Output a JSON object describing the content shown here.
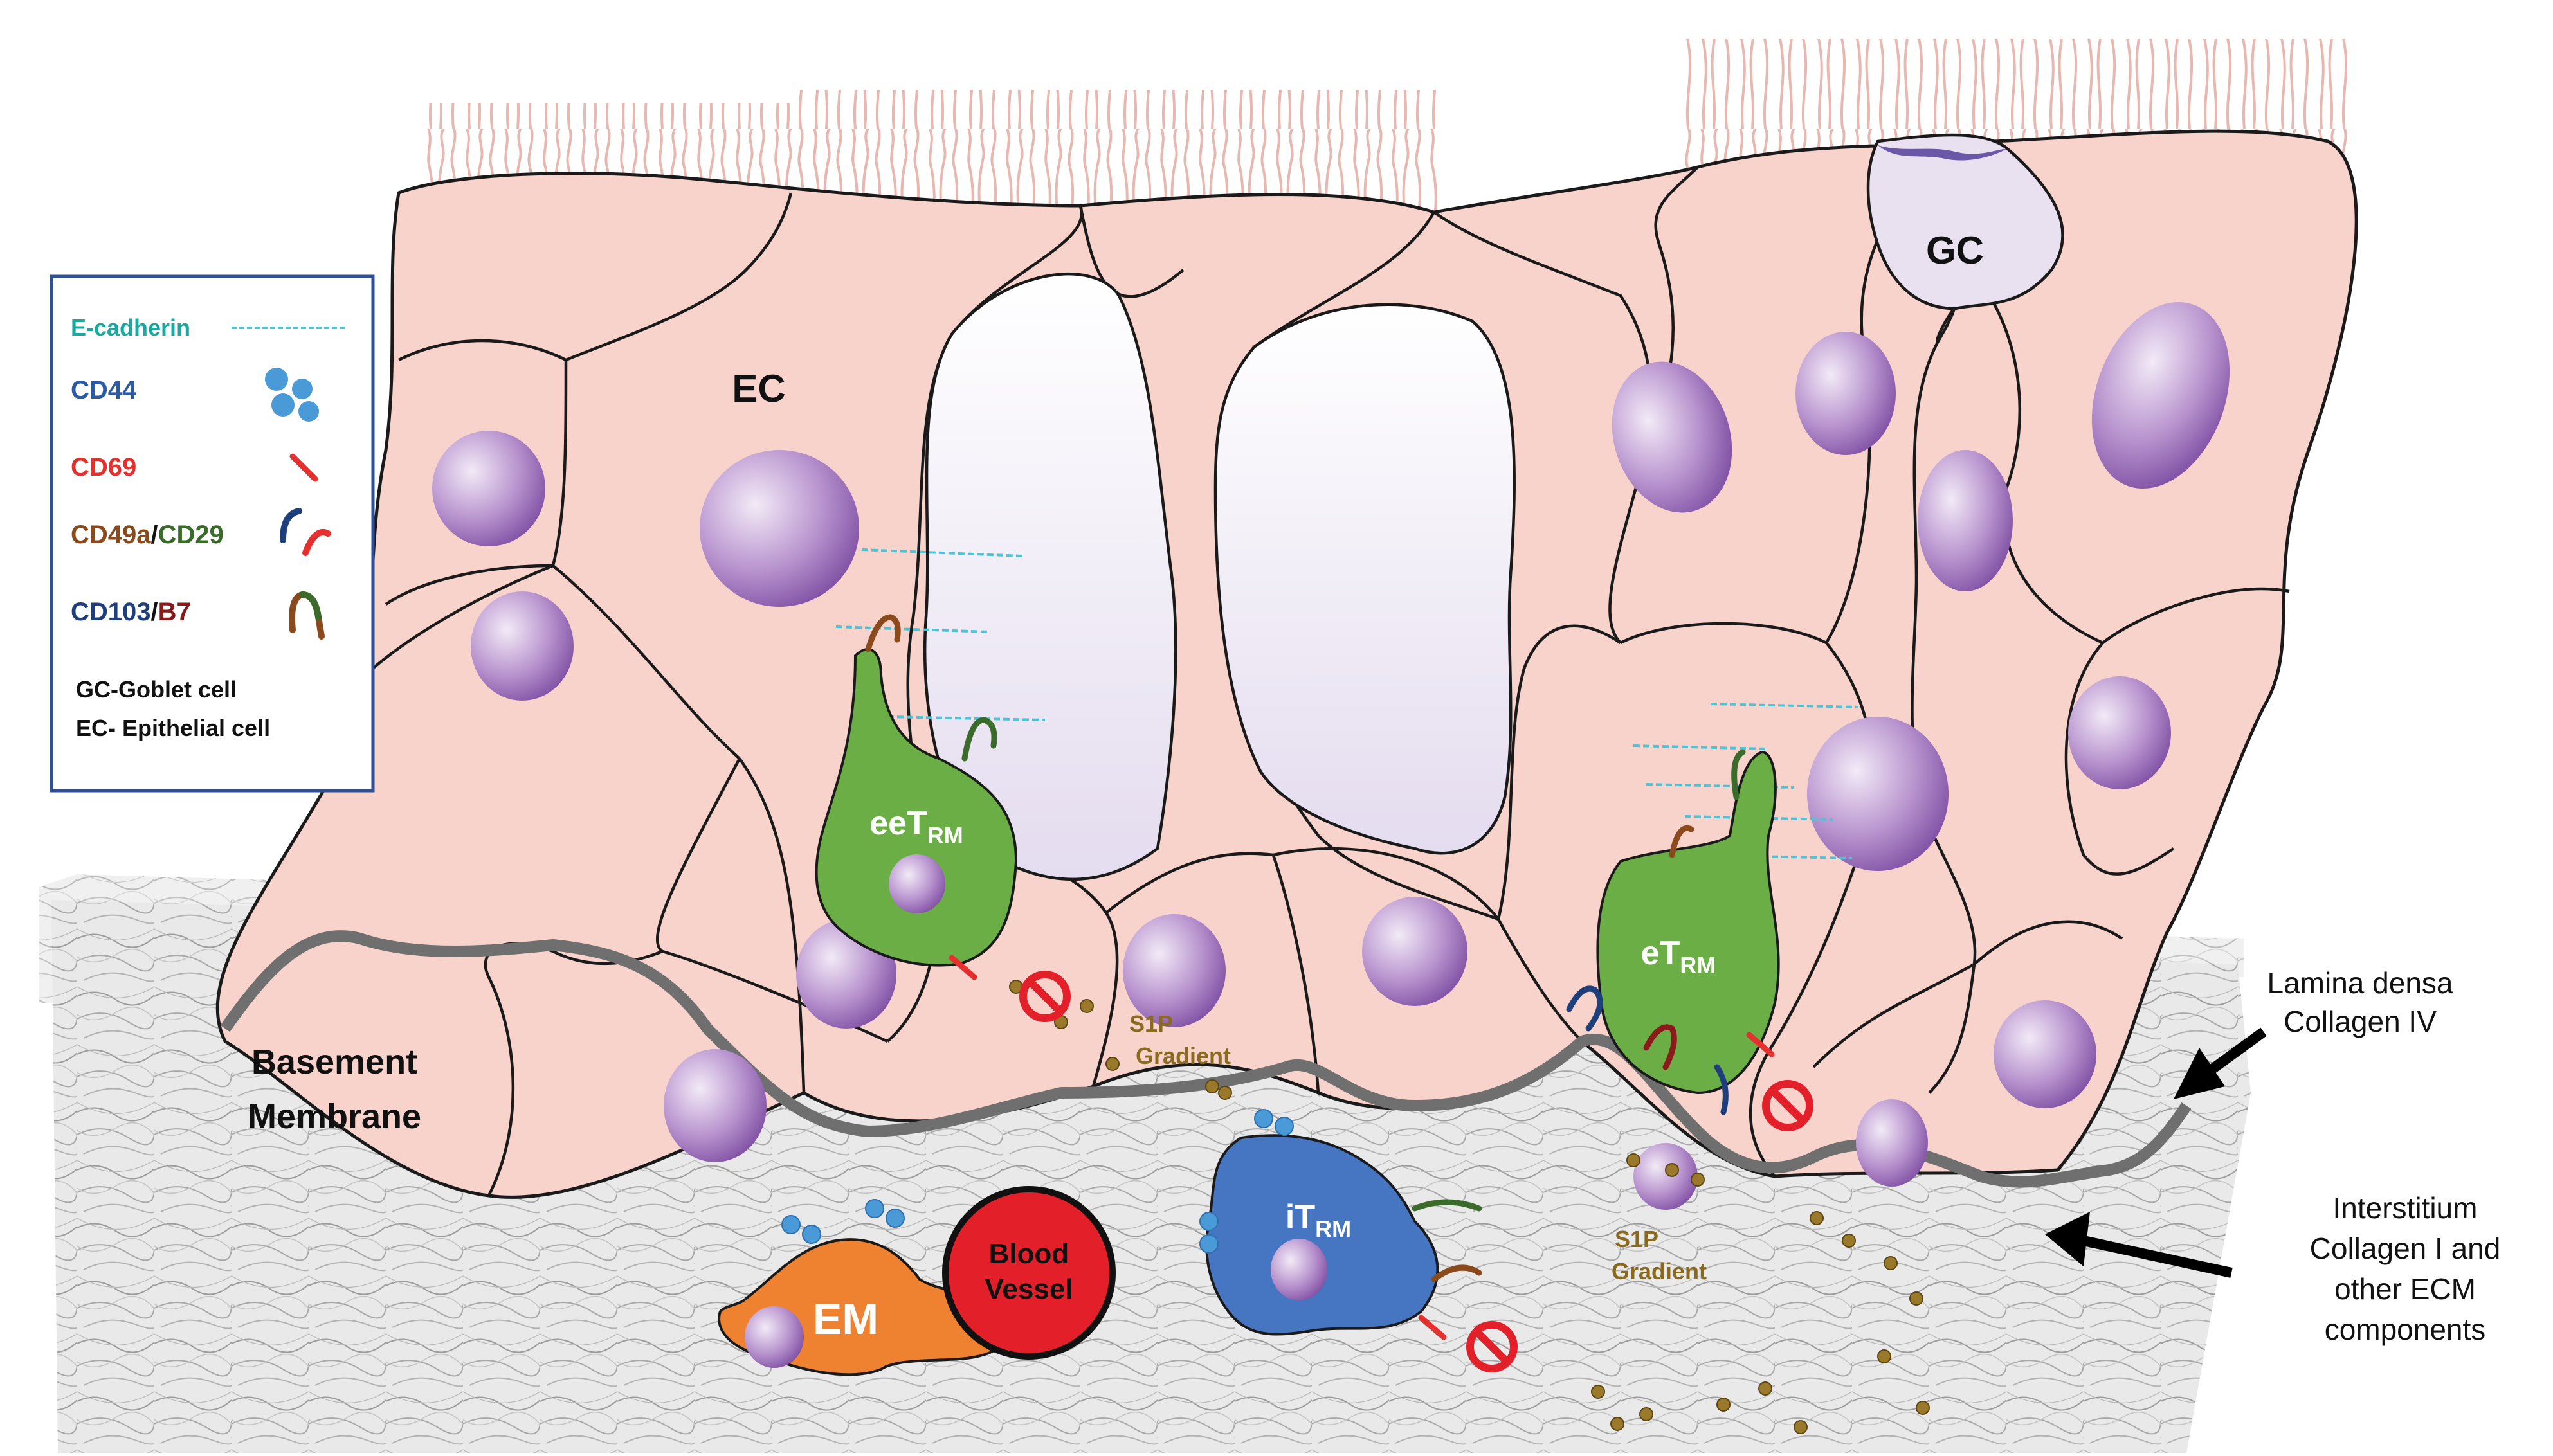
{
  "legend": {
    "ecadherin": "E-cadherin",
    "cd44": "CD44",
    "cd69": "CD69",
    "cd49a": "CD49a",
    "cd29": "CD29",
    "cd103": "CD103",
    "b7": "B7",
    "slash": "/",
    "gc_def": "GC-Goblet cell",
    "ec_def": "EC- Epithelial cell"
  },
  "labels": {
    "ec": "EC",
    "gc": "GC",
    "eetrm_main": "eeT",
    "eetrm_sub": "RM",
    "etrm_main": "eT",
    "etrm_sub": "RM",
    "itrm_main": "iT",
    "itrm_sub": "RM",
    "em": "EM",
    "blood_1": "Blood",
    "blood_2": "Vessel",
    "basement_1": "Basement",
    "basement_2": "Membrane",
    "s1p_1a": "S1P",
    "s1p_1b": "Gradient",
    "s1p_2a": "S1P",
    "s1p_2b": "Gradient",
    "lamina_1": "Lamina densa",
    "lamina_2": "Collagen IV",
    "inter_1": "Interstitium",
    "inter_2": "Collagen I and",
    "inter_3": "other ECM",
    "inter_4": "components"
  },
  "colors": {
    "cell_fill": "#f8d3cc",
    "cell_stroke": "#1a1a1a",
    "lumen": "#ece8f2",
    "goblet": "#e9e1ef",
    "nucleus": "#9a69b8",
    "trm_green": "#6aae45",
    "itrm_blue": "#4676c2",
    "em_orange": "#ef8230",
    "blood_red": "#e3202a",
    "ecm_gray": "#b9b9b9",
    "membrane_gray": "#6f6f6f",
    "ecad_cyan": "#4fc3d6",
    "cd44_blue": "#4a9ad8",
    "cd69_red": "#e5302e",
    "s1p_dot": "#8a6a1e",
    "legend_border": "#2f4f96",
    "legend_ecad": "#1aa9a0",
    "legend_cd44": "#2b5aa6",
    "legend_cd69": "#e5302e",
    "legend_cd49a": "#8b4a1c",
    "legend_cd29": "#3a6b2a",
    "legend_cd103": "#1f3f7a",
    "legend_b7": "#8a1a1a",
    "s1p_text": "#8a6a1e",
    "no_sign": "#e3202a"
  },
  "icons": [
    "no-entry-icon",
    "arrow-icon"
  ]
}
